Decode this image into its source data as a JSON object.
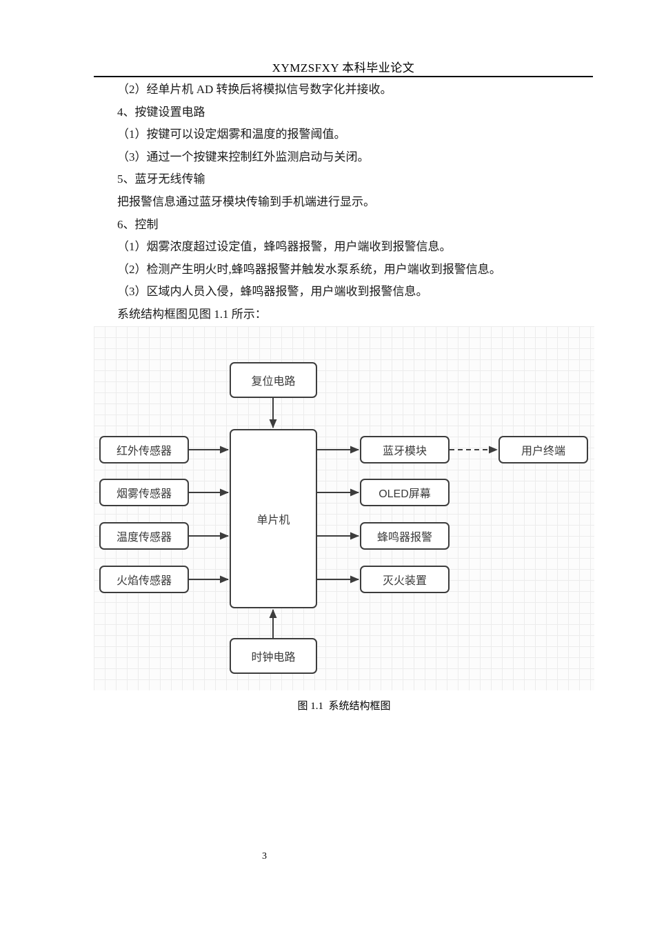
{
  "header": {
    "title": "XYMZSFXY 本科毕业论文"
  },
  "body": {
    "lines": [
      "（2）经单片机 AD 转换后将模拟信号数字化并接收。",
      "4、按键设置电路",
      "（1）按键可以设定烟雾和温度的报警阈值。",
      "（3）通过一个按键来控制红外监测启动与关闭。",
      "5、蓝牙无线传输",
      "把报警信息通过蓝牙模块传输到手机端进行显示。",
      "6、控制",
      "（1）烟雾浓度超过设定值，蜂鸣器报警，用户端收到报警信息。",
      "（2）检测产生明火时,蜂鸣器报警并触发水泵系统，用户端收到报警信息。",
      "（3）区域内人员入侵，蜂鸣器报警，用户端收到报警信息。",
      "系统结构框图见图 1.1 所示："
    ]
  },
  "diagram": {
    "nodes": {
      "reset": "复位电路",
      "mcu": "单片机",
      "clock": "时钟电路",
      "infrared": "红外传感器",
      "smoke": "烟雾传感器",
      "temperature": "温度传感器",
      "flame": "火焰传感器",
      "bluetooth": "蓝牙模块",
      "oled": "OLED屏幕",
      "buzzer": "蜂鸣器报警",
      "extinguisher": "灭火装置",
      "user_terminal": "用户终端"
    },
    "colors": {
      "node_border": "#3c3c3c",
      "node_fill": "#ffffff",
      "node_text": "#3a3a3a",
      "arrow": "#3c3c3c",
      "grid_line": "#ececec",
      "grid_background": "#fcfcfc"
    },
    "caption": "图 1.1  系统结构框图"
  },
  "footer": {
    "page_number": "3"
  }
}
